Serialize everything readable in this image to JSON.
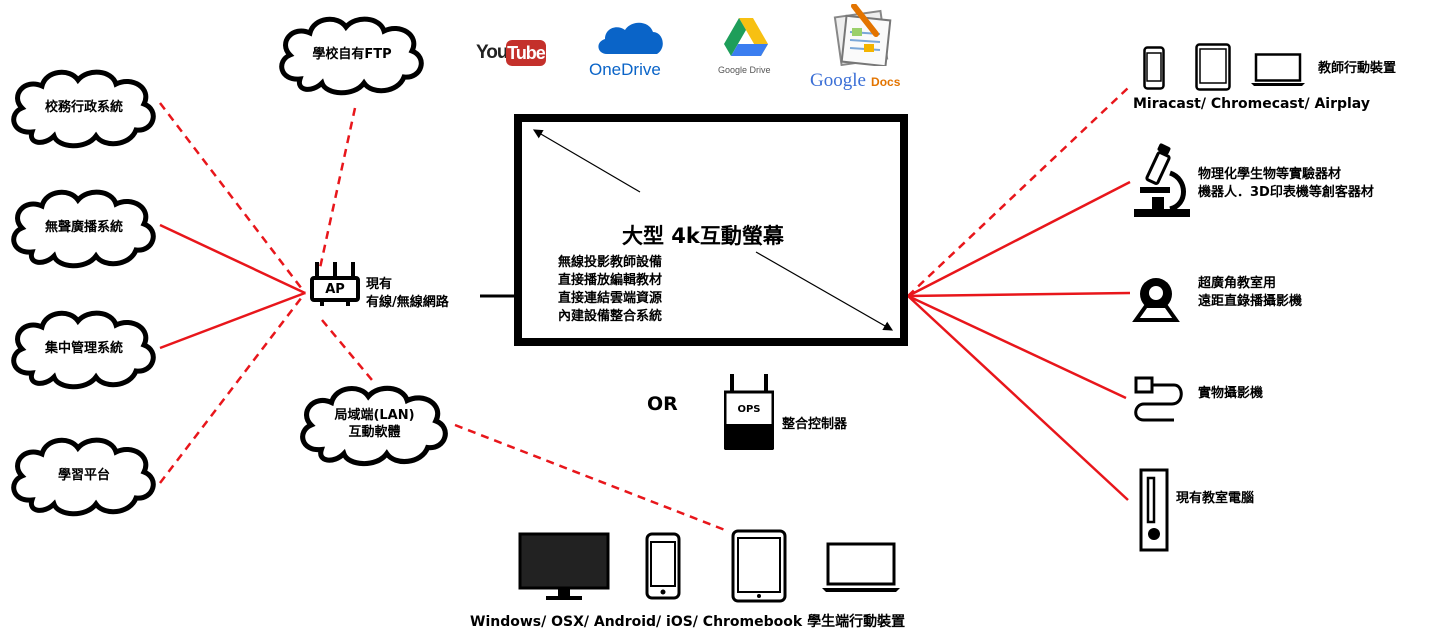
{
  "left_systems": [
    {
      "id": "admin",
      "label": "校務行政系統"
    },
    {
      "id": "broadcast",
      "label": "無聲廣播系統"
    },
    {
      "id": "central",
      "label": "集中管理系統"
    },
    {
      "id": "learning",
      "label": "學習平台"
    }
  ],
  "ftp": {
    "label": "學校自有FTP"
  },
  "lan": {
    "line1": "局域端(LAN)",
    "line2": "互動軟體"
  },
  "router": {
    "badge": "AP",
    "line1": "現有",
    "line2": "有線/無線網路"
  },
  "screen": {
    "title": "大型 4k互動螢幕",
    "features": [
      "無線投影教師設備",
      "直接播放編輯教材",
      "直接連結雲端資源",
      "內建設備整合系統"
    ]
  },
  "or_label": "OR",
  "ops": {
    "badge": "OPS",
    "label": "整合控制器"
  },
  "cloud_services": [
    {
      "id": "youtube",
      "text_you": "You",
      "text_tube": "Tube"
    },
    {
      "id": "onedrive",
      "text": "OneDrive"
    },
    {
      "id": "googledrive",
      "text": "Google Drive"
    },
    {
      "id": "googledocs",
      "text_google": "Google",
      "text_docs": "Docs"
    }
  ],
  "right_devices": {
    "teacher_mobile": {
      "label": "教師行動裝置",
      "protocols": "Miracast/ Chromecast/ Airplay"
    },
    "lab": {
      "line1": "物理化學生物等實驗器材",
      "line2": "機器人．3D印表機等創客器材"
    },
    "camera": {
      "line1": "超廣角教室用",
      "line2": "遠距直錄播攝影機"
    },
    "document_camera": {
      "label": "實物攝影機"
    },
    "classroom_pc": {
      "label": "現有教室電腦"
    }
  },
  "student_devices": {
    "label": "Windows/ OSX/ Android/ iOS/ Chromebook 學生端行動裝置"
  },
  "colors": {
    "line": "#e8161b",
    "youtube_red": "#c4302b",
    "onedrive_blue": "#0a64c8",
    "docs_orange": "#e37400"
  }
}
